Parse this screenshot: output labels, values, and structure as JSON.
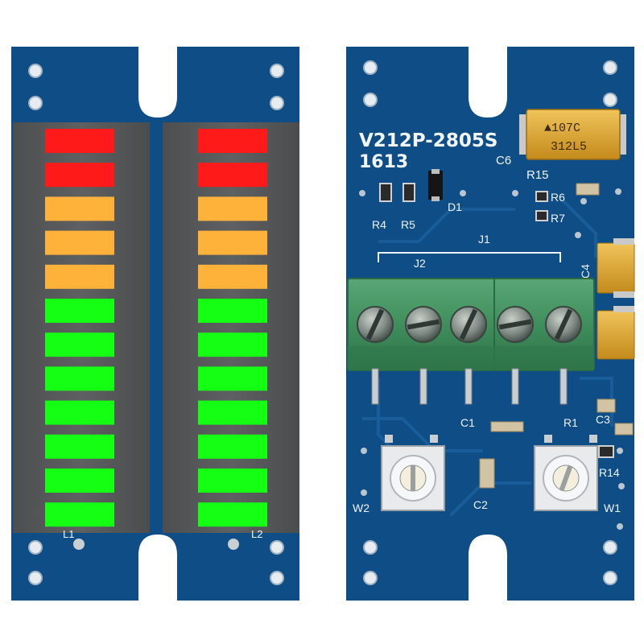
{
  "colors": {
    "board": "#0f4d86",
    "board_dark": "#0a3a68",
    "display_body": "#5a5c5e",
    "led_red": "#ff1a1a",
    "led_amber": "#ffb23a",
    "led_green": "#14ff14",
    "terminal_green": "#3f8f5c",
    "tantalum": "#d9a02a"
  },
  "left_board": {
    "displays": [
      {
        "label": "L1",
        "segments": [
          "red",
          "red",
          "amber",
          "amber",
          "amber",
          "green",
          "green",
          "green",
          "green",
          "green",
          "green",
          "green"
        ]
      },
      {
        "label": "L2",
        "segments": [
          "red",
          "red",
          "amber",
          "amber",
          "amber",
          "green",
          "green",
          "green",
          "green",
          "green",
          "green",
          "green"
        ]
      }
    ]
  },
  "right_board": {
    "model": "V212P-2805S",
    "date_code": "1613",
    "labels": {
      "c6": "C6",
      "r15": "R15",
      "r6": "R6",
      "r7": "R7",
      "r4": "R4",
      "r5": "R5",
      "d1": "D1",
      "j1": "J1",
      "j2": "J2",
      "c4": "C4",
      "c1": "C1",
      "r1": "R1",
      "c3": "C3",
      "r14": "R14",
      "c2": "C2",
      "w2": "W2",
      "w1": "W1"
    },
    "tantalum_c6": {
      "line1": "▲107C",
      "line2": "312L5"
    }
  }
}
